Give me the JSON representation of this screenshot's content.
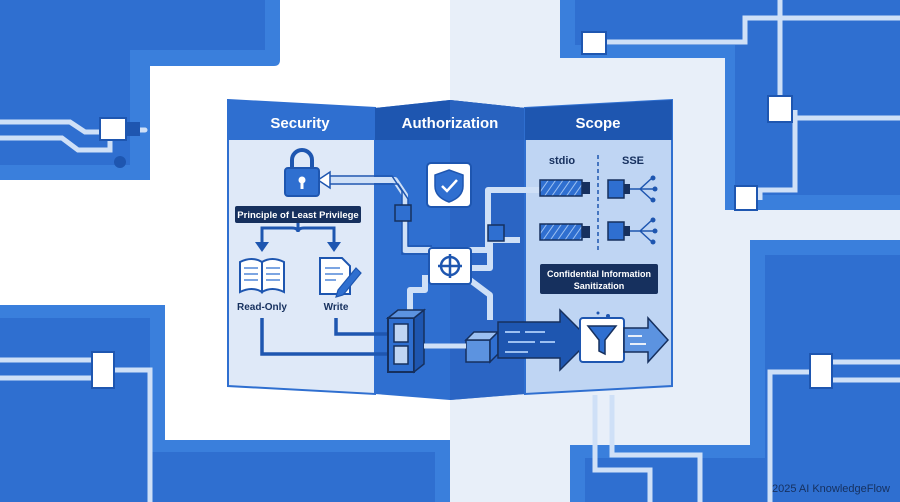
{
  "panels": {
    "security": {
      "title": "Security"
    },
    "authorization": {
      "title": "Authorization"
    },
    "scope": {
      "title": "Scope"
    }
  },
  "labels": {
    "least_privilege": "Principle of Least Privilege",
    "read_only": "Read-Only",
    "write": "Write",
    "stdio": "stdio",
    "sse": "SSE",
    "confidential_line1": "Confidential Information",
    "confidential_line2": "Sanitization"
  },
  "footer": {
    "copyright": "2025 AI KnowledgeFlow"
  },
  "colors": {
    "primary": "#2f6fd0",
    "dark": "#1e56b0",
    "light_panel": "#dfe9f8",
    "navy_label": "#16305e",
    "bg_left": "#ffffff",
    "bg_right": "#e8eff9"
  }
}
